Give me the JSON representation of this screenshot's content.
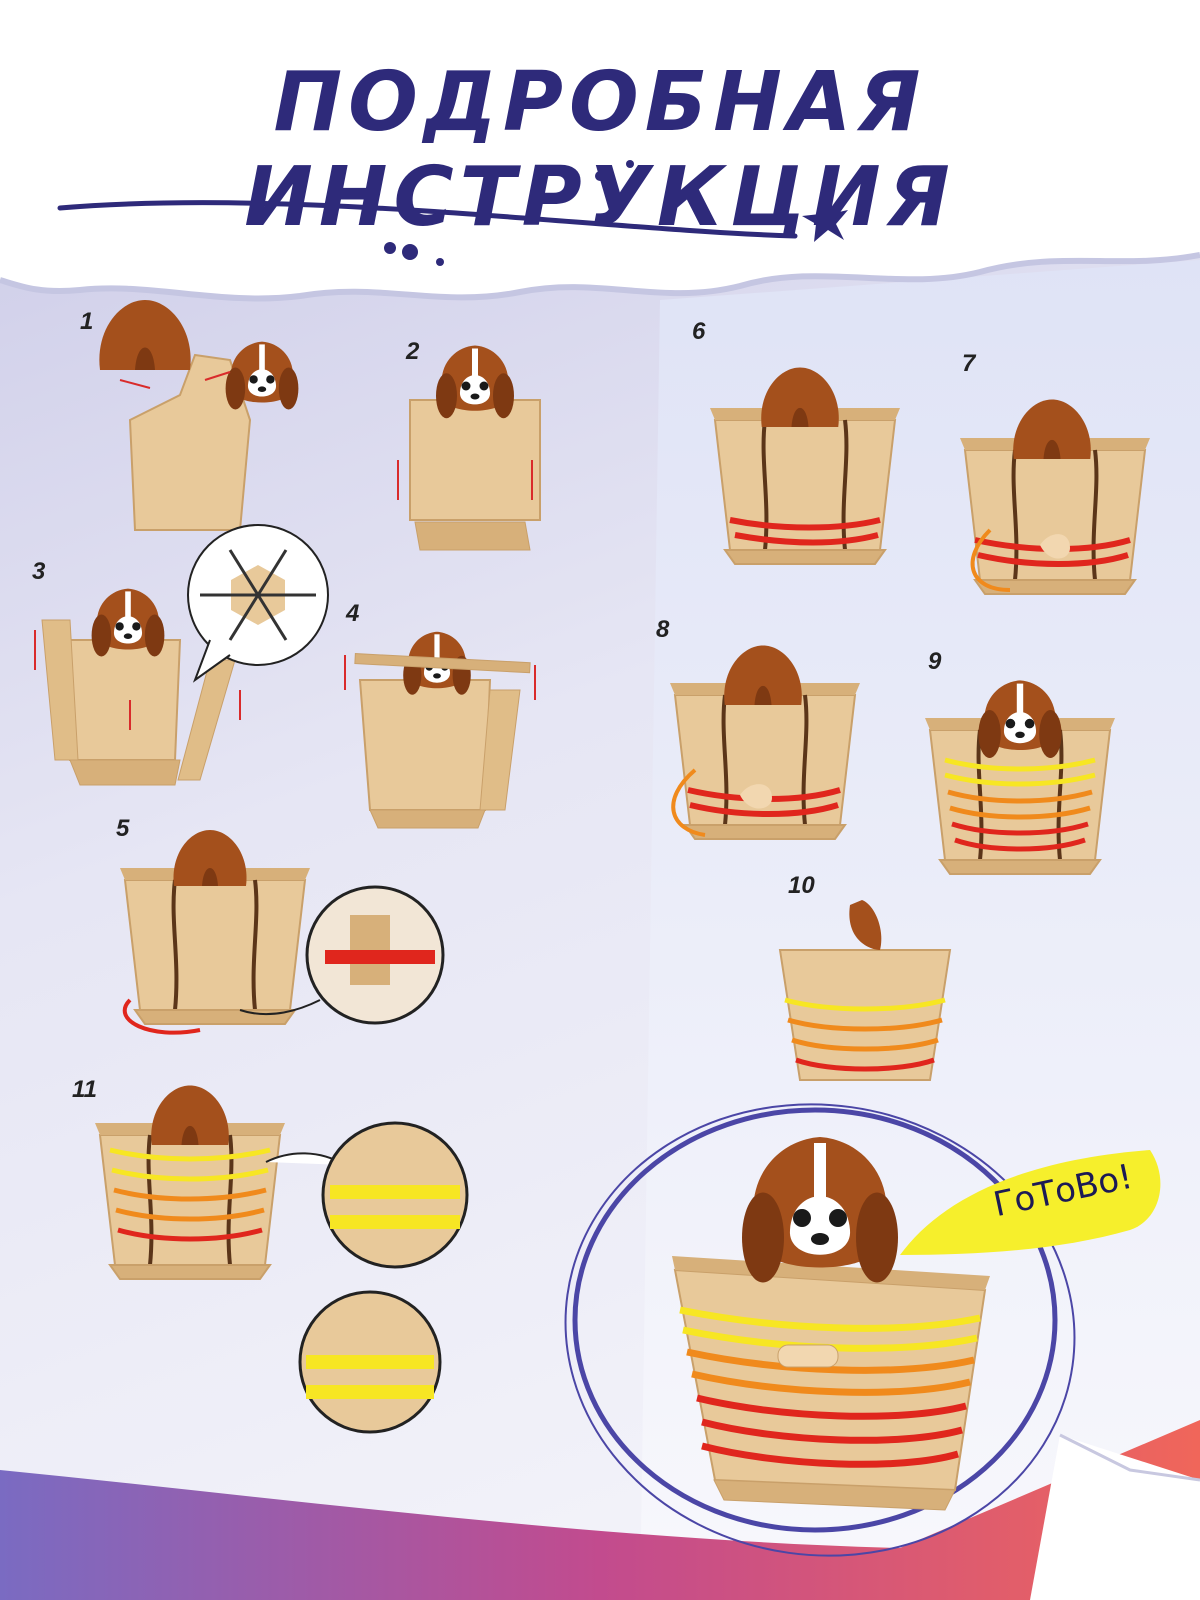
{
  "title": "ПОДРОБНАЯ ИНСТРУКЦИЯ",
  "steps": [
    "1",
    "2",
    "3",
    "4",
    "5",
    "6",
    "7",
    "8",
    "9",
    "10",
    "11"
  ],
  "final_callout": "ГоТоВо!",
  "colors": {
    "title": "#2e2a7a",
    "plywood": "#e8c99a",
    "plywood_dark": "#c9a06a",
    "dog_brown": "#a4501c",
    "ribbon_red": "#e0261d",
    "ribbon_orange": "#f08a1c",
    "ribbon_yellow": "#f7e623",
    "arrow_red": "#d92b2b",
    "callout_yellow": "#f6ef2c"
  }
}
